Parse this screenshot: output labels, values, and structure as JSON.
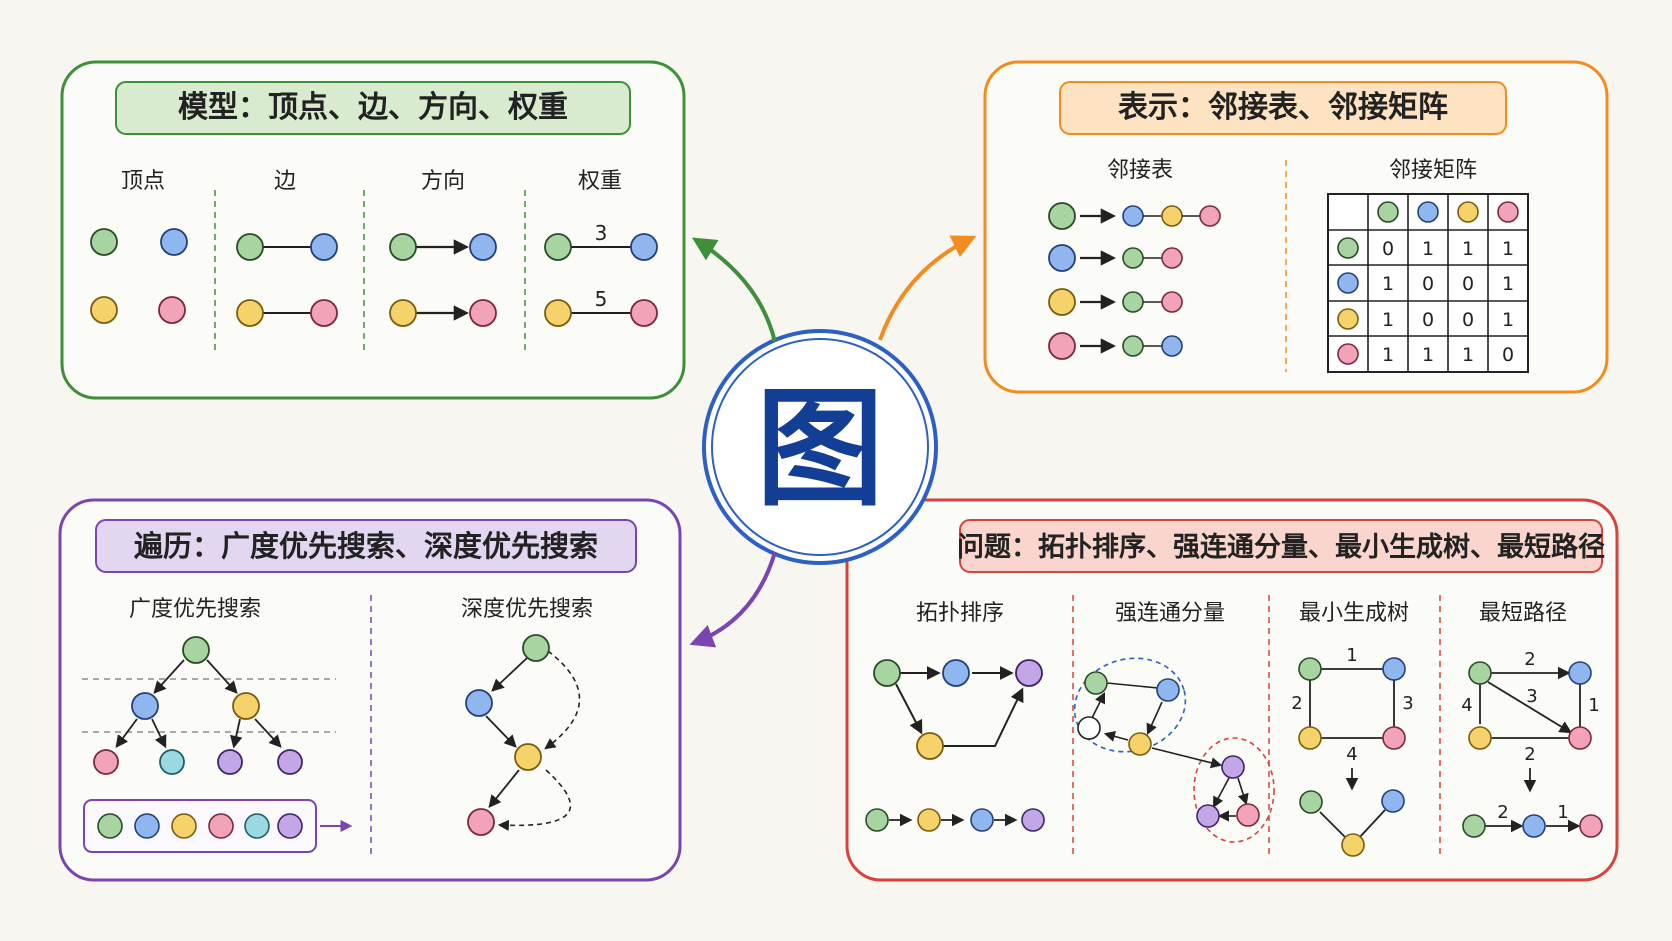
{
  "center": {
    "label": "图"
  },
  "colors": {
    "green": "#a7d4a0",
    "blue": "#8fb6ee",
    "yellow": "#f6d36a",
    "pink": "#f3a3b8",
    "purple": "#c2a6e6",
    "cyan": "#9ad8e2",
    "white": "#ffffff",
    "panel_model": "#3f8f3a",
    "panel_repr": "#f28c1f",
    "panel_trav": "#7a45b0",
    "panel_prob": "#d9423a",
    "title_model_bg": "#d9ebcf",
    "title_repr_bg": "#fde3c2",
    "title_trav_bg": "#e2d6f0",
    "title_prob_bg": "#f9d5cd",
    "center_ring": "#2d5fc4",
    "center_text": "#123f95"
  },
  "model": {
    "title": "模型：顶点、边、方向、权重",
    "cols": [
      "顶点",
      "边",
      "方向",
      "权重"
    ],
    "weights": [
      "3",
      "5"
    ]
  },
  "repr": {
    "title": "表示：邻接表、邻接矩阵",
    "list_title": "邻接表",
    "matrix_title": "邻接矩阵",
    "matrix": [
      [
        "0",
        "1",
        "1",
        "1"
      ],
      [
        "1",
        "0",
        "0",
        "1"
      ],
      [
        "1",
        "0",
        "0",
        "1"
      ],
      [
        "1",
        "1",
        "1",
        "0"
      ]
    ]
  },
  "trav": {
    "title": "遍历：广度优先搜索、深度优先搜索",
    "bfs_title": "广度优先搜索",
    "dfs_title": "深度优先搜索"
  },
  "prob": {
    "title": "问题：拓扑排序、强连通分量、最小生成树、最短路径",
    "cols": [
      "拓扑排序",
      "强连通分量",
      "最小生成树",
      "最短路径"
    ],
    "mst_weights": [
      "1",
      "2",
      "3",
      "4"
    ],
    "sp_weights": [
      "2",
      "4",
      "3",
      "1",
      "2"
    ],
    "sp_result_weights": [
      "2",
      "1"
    ]
  }
}
